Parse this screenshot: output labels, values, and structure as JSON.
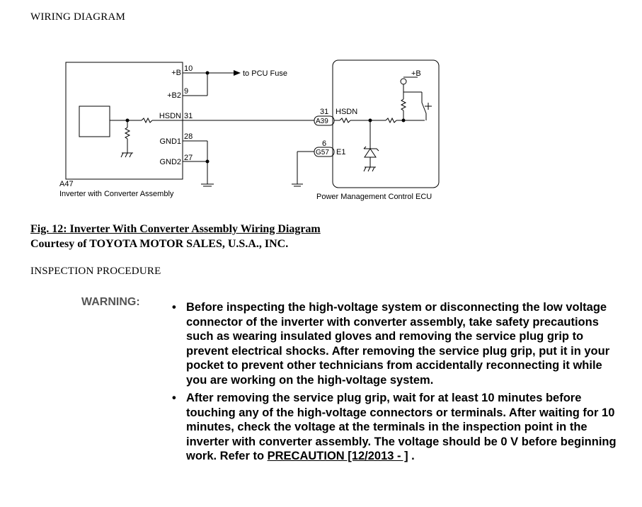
{
  "headings": {
    "wiring": "WIRING DIAGRAM",
    "inspection": "INSPECTION PROCEDURE"
  },
  "diagram": {
    "left": {
      "pins": [
        {
          "label": "+B",
          "num": "10"
        },
        {
          "label": "+B2",
          "num": "9"
        },
        {
          "label": "HSDN",
          "num": "31"
        },
        {
          "label": "GND1",
          "num": "28"
        },
        {
          "label": "GND2",
          "num": "27"
        }
      ],
      "connector": "A47",
      "name": "Inverter with Converter Assembly"
    },
    "fuse_label": "to PCU Fuse",
    "right": {
      "pwr": "+B",
      "hsdn_num": "31",
      "hsdn_label": "HSDN",
      "hsdn_connector": "A39",
      "e1_num": "6",
      "e1_connector": "G57",
      "e1_label": "E1",
      "name": "Power Management Control ECU"
    }
  },
  "figure": {
    "caption": "Fig. 12: Inverter With Converter Assembly Wiring Diagram",
    "courtesy": "Courtesy of TOYOTA MOTOR SALES, U.S.A., INC."
  },
  "warning": {
    "label": "WARNING:",
    "bullet": "•",
    "items": [
      {
        "text": "Before inspecting the high-voltage system or disconnecting the low voltage connector of the inverter with converter assembly, take safety precautions such as wearing insulated gloves and removing the service plug grip to prevent electrical shocks. After removing the service plug grip, put it in your pocket to prevent other technicians from accidentally reconnecting it while you are working on the high-voltage system."
      },
      {
        "text": "After removing the service plug grip, wait for at least 10 minutes before touching any of the high-voltage connectors or terminals. After waiting for 10 minutes, check the voltage at the terminals in the inspection point in the inverter with converter assembly. The voltage should be 0 V before beginning work. Refer to ",
        "link": "PRECAUTION [12/2013 - ]",
        "tail": " ."
      }
    ]
  }
}
